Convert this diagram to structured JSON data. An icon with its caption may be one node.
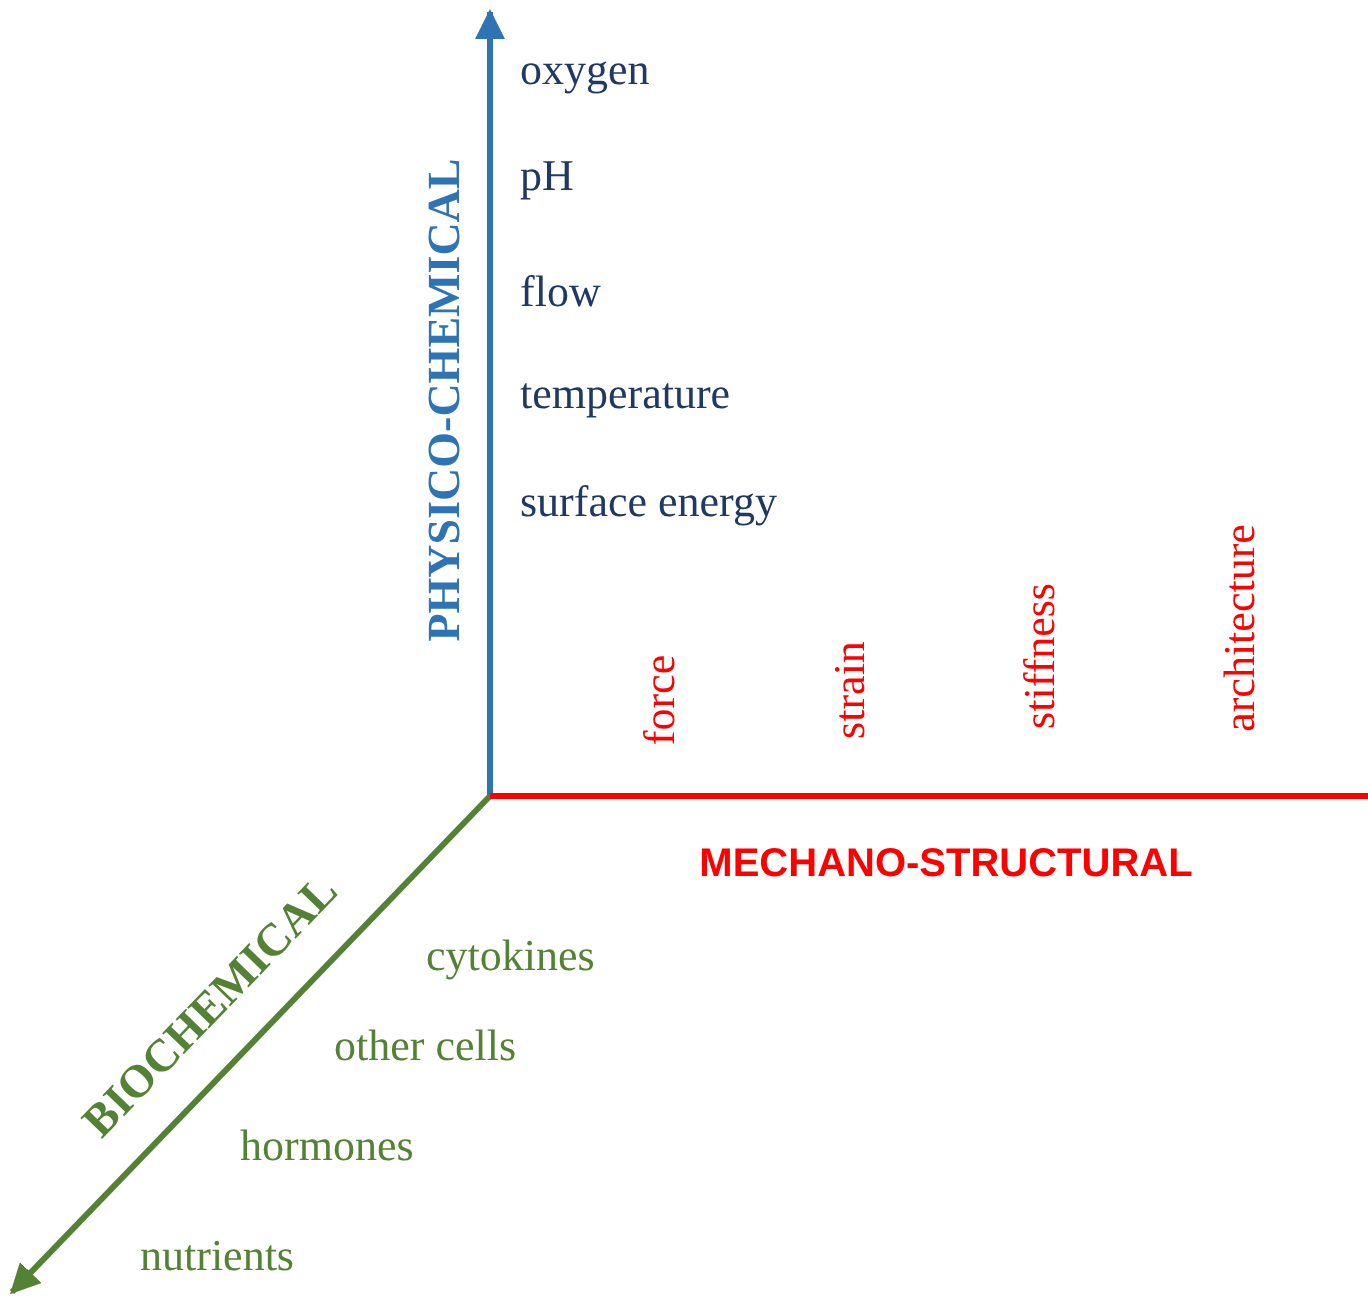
{
  "diagram": {
    "labels": [
      "PHYSICO-CHEMICAL",
      "oxygen",
      "pH",
      "flow",
      "temperature",
      "surface energy",
      "force",
      "strain",
      "stiffness",
      "architecture",
      "MECHANO-STRUCTURAL",
      "BIOCHEMICAL",
      "cytokines",
      "other cells",
      "hormones",
      "nutrients"
    ]
  }
}
